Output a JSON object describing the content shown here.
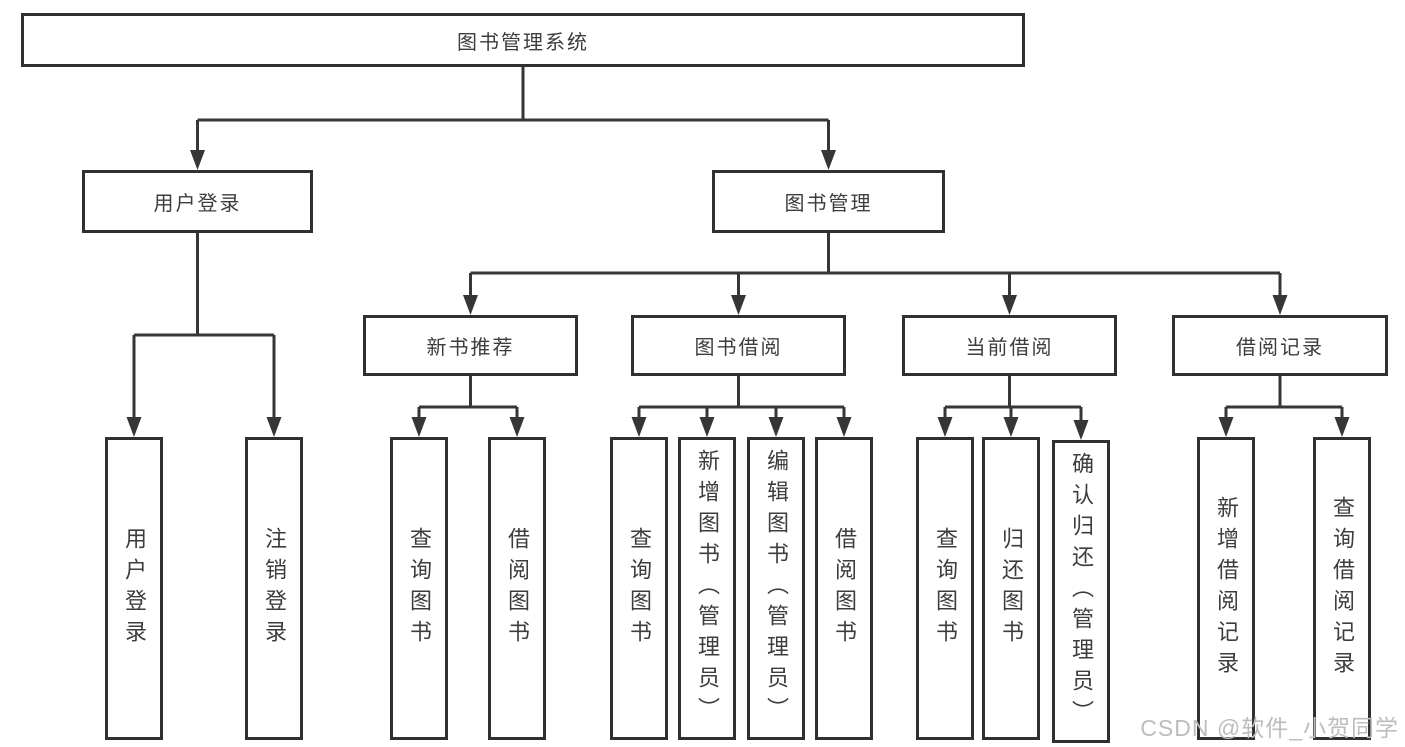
{
  "diagram": {
    "root": {
      "label": "图书管理系统"
    },
    "level2": {
      "user_login": {
        "label": "用户登录"
      },
      "book_management": {
        "label": "图书管理"
      }
    },
    "level3": {
      "new_book_recommend": {
        "label": "新书推荐"
      },
      "book_borrow": {
        "label": "图书借阅"
      },
      "current_borrow": {
        "label": "当前借阅"
      },
      "borrow_records": {
        "label": "借阅记录"
      }
    },
    "leaves": {
      "user_login": [
        "用户登录",
        "注销登录"
      ],
      "new_book_recommend": [
        "查询图书",
        "借阅图书"
      ],
      "book_borrow": [
        "查询图书",
        "新增图书（管理员）",
        "编辑图书（管理员）",
        "借阅图书"
      ],
      "current_borrow": [
        "查询图书",
        "归还图书",
        "确认归还（管理员）"
      ],
      "borrow_records": [
        "新增借阅记录",
        "查询借阅记录"
      ]
    },
    "watermark": "CSDN @软件_小贺同学",
    "colors": {
      "line": "#363636",
      "box_border": "#303030",
      "text": "#3d3d3d",
      "watermark": "#bdbdbd",
      "background": "#ffffff"
    }
  }
}
